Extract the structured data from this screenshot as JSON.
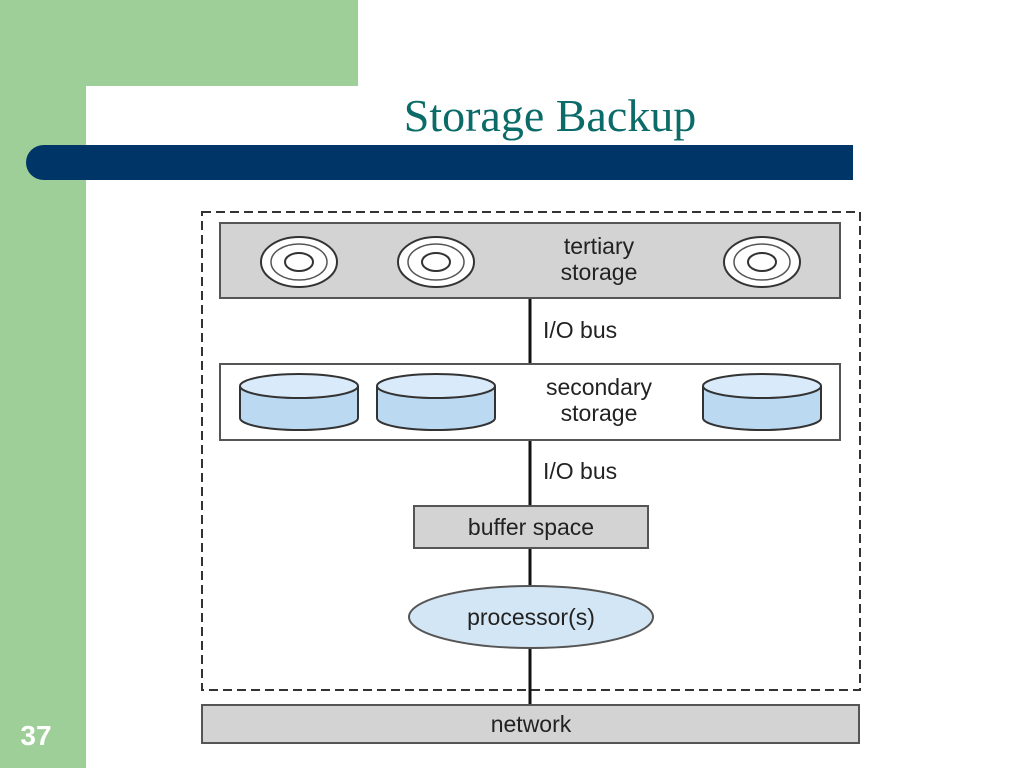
{
  "slide": {
    "title": "Storage Backup",
    "number": "37"
  },
  "diagram": {
    "tertiary": {
      "label_line1": "tertiary",
      "label_line2": "storage",
      "device_icon": "optical-disc-icon"
    },
    "secondary": {
      "label_line1": "secondary",
      "label_line2": "storage",
      "device_icon": "disk-drive-icon"
    },
    "bus_upper": "I/O bus",
    "bus_lower": "I/O bus",
    "buffer": "buffer space",
    "processor": "processor(s)",
    "network": "network"
  },
  "colors": {
    "green_panel": "#9fcf98",
    "title_bar": "#003567",
    "title_text": "#0b6b68",
    "gray_box": "#d3d3d3",
    "disk_blue": "#bcd9f2",
    "processor_fill": "#d3e6f5"
  }
}
